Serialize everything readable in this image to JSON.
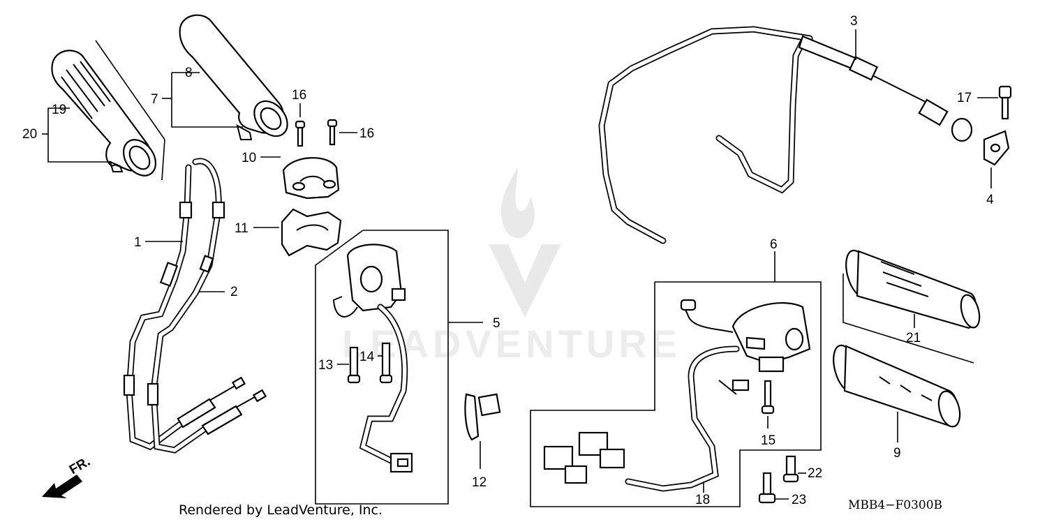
{
  "diagram": {
    "callouts": {
      "c1": "1",
      "c2": "2",
      "c3": "3",
      "c4": "4",
      "c5": "5",
      "c6": "6",
      "c7": "7",
      "c8": "8",
      "c9": "9",
      "c10": "10",
      "c11": "11",
      "c12": "12",
      "c13": "13",
      "c14": "14",
      "c15": "15",
      "c16a": "16",
      "c16b": "16",
      "c17": "17",
      "c18": "18",
      "c19": "19",
      "c20": "20",
      "c21": "21",
      "c22": "22",
      "c23": "23"
    },
    "direction_label": "FR.",
    "credit": "Rendered by LeadVenture, Inc.",
    "drawing_code": "MBB4−F0300B",
    "watermark_text": "LEADVENTURE"
  }
}
